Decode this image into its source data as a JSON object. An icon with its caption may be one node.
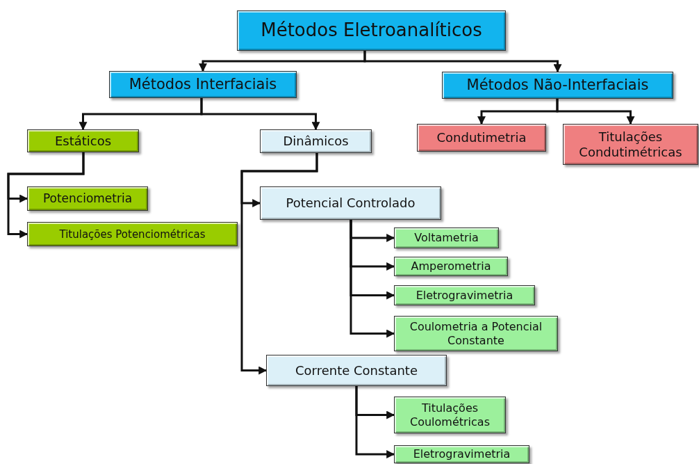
{
  "diagram": {
    "nodes": [
      {
        "text": [
          "Métodos Eletroanalíticos"
        ]
      },
      {
        "text": [
          "Métodos Interfaciais"
        ]
      },
      {
        "text": [
          "Métodos Não-Interfaciais"
        ]
      },
      {
        "text": [
          "Estáticos"
        ]
      },
      {
        "text": [
          "Dinâmicos"
        ]
      },
      {
        "text": [
          "Condutimetria"
        ]
      },
      {
        "text": [
          "Titulações Condutimétricas"
        ]
      },
      {
        "text": [
          "Potenciometria"
        ]
      },
      {
        "text": [
          "Titulações Potenciométricas"
        ]
      },
      {
        "text": [
          "Potencial Controlado"
        ]
      },
      {
        "text": [
          "Voltametria"
        ]
      },
      {
        "text": [
          "Amperometria"
        ]
      },
      {
        "text": [
          "Eletrogravimetria"
        ]
      },
      {
        "text": [
          "Coulometria a Potencial Constante"
        ]
      },
      {
        "text": [
          "Corrente Constante"
        ]
      },
      {
        "text": [
          "Titulações Coulométricas"
        ]
      },
      {
        "text": [
          "Eletrogravimetria"
        ]
      }
    ],
    "edges": [
      {
        "from": 0,
        "to": 1,
        "arrow": "to"
      },
      {
        "from": 0,
        "to": 2,
        "arrow": "to"
      },
      {
        "from": 1,
        "to": 3,
        "arrow": "to"
      },
      {
        "from": 1,
        "to": 4,
        "arrow": "to"
      },
      {
        "from": 2,
        "to": 5,
        "arrow": "to"
      },
      {
        "from": 2,
        "to": 6,
        "arrow": "to"
      },
      {
        "from": 3,
        "to": 7,
        "arrow": "to"
      },
      {
        "from": 3,
        "to": 8,
        "arrow": "to"
      },
      {
        "from": 4,
        "to": 9,
        "arrow": "to"
      },
      {
        "from": 4,
        "to": 14,
        "arrow": "to"
      },
      {
        "from": 9,
        "to": 10,
        "arrow": "to"
      },
      {
        "from": 9,
        "to": 11,
        "arrow": "to"
      },
      {
        "from": 9,
        "to": 12,
        "arrow": "to"
      },
      {
        "from": 9,
        "to": 13,
        "arrow": "to"
      },
      {
        "from": 14,
        "to": 15,
        "arrow": "to"
      },
      {
        "from": 14,
        "to": 16,
        "arrow": "to"
      }
    ]
  }
}
